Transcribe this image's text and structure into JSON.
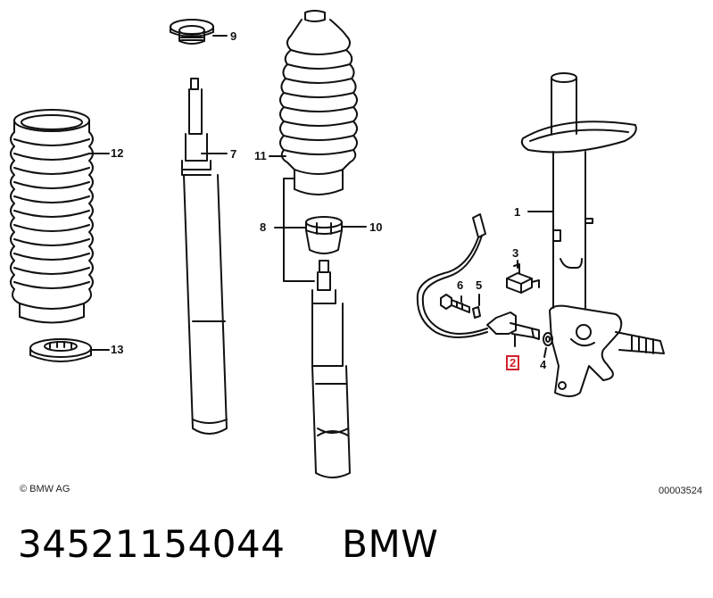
{
  "diagram": {
    "callouts": [
      {
        "id": "1",
        "text": "1"
      },
      {
        "id": "2",
        "text": "2",
        "highlighted": true
      },
      {
        "id": "3",
        "text": "3"
      },
      {
        "id": "4",
        "text": "4"
      },
      {
        "id": "5",
        "text": "5"
      },
      {
        "id": "6",
        "text": "6"
      },
      {
        "id": "7",
        "text": "7"
      },
      {
        "id": "8",
        "text": "8"
      },
      {
        "id": "9",
        "text": "9"
      },
      {
        "id": "10",
        "text": "10"
      },
      {
        "id": "11",
        "text": "11"
      },
      {
        "id": "12",
        "text": "12"
      },
      {
        "id": "13",
        "text": "13"
      }
    ],
    "copyright": "© BMW AG",
    "figure_number": "00003524",
    "highlight_color": "#d21f2b",
    "line_color": "#111111"
  },
  "footer": {
    "part_number": "34521154044",
    "brand": "BMW"
  }
}
